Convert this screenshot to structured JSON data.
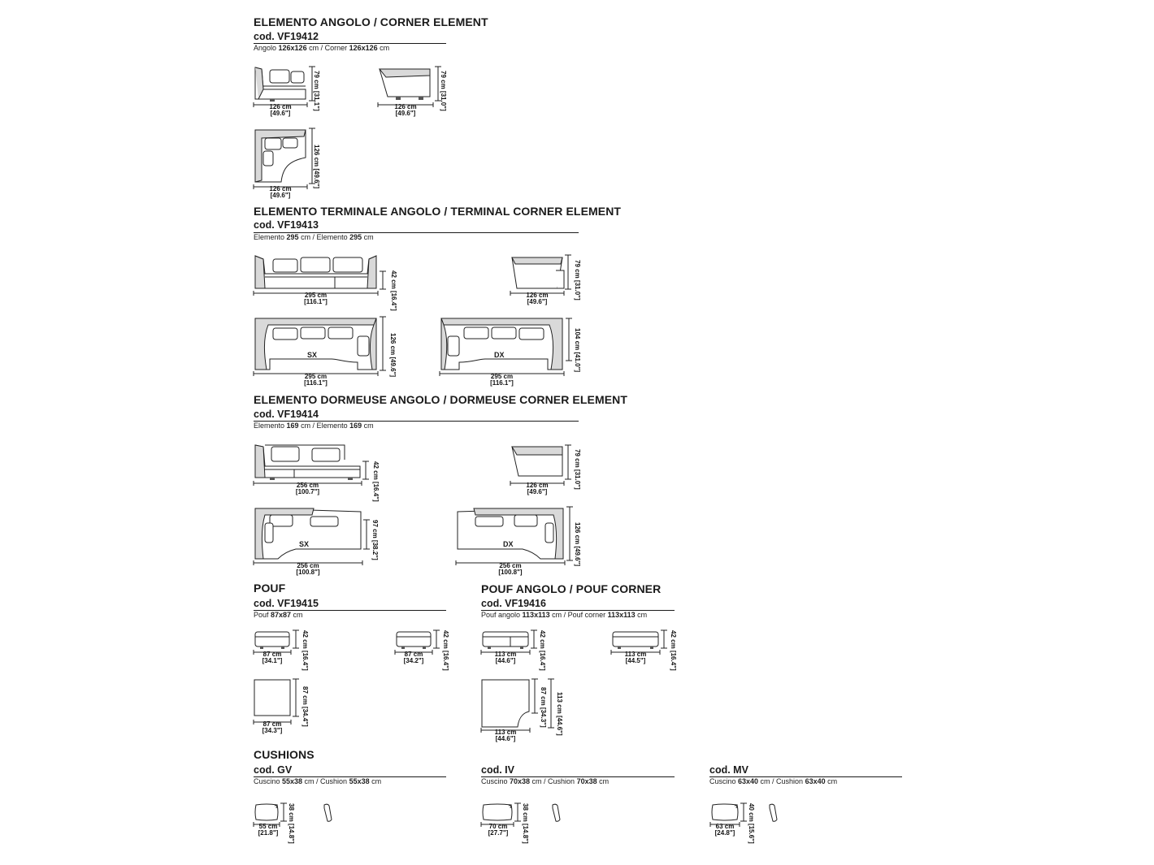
{
  "sections": {
    "corner": {
      "title": "ELEMENTO ANGOLO / CORNER ELEMENT",
      "code": "cod. VF19412",
      "desc_pre": "Angolo ",
      "desc_v1": "126x126",
      "desc_mid": " cm / Corner ",
      "desc_v2": "126x126",
      "desc_post": " cm",
      "dims": {
        "front_w": "126 cm",
        "front_w_in": "[49.6\"]",
        "front_h": "79 cm",
        "front_h_in": "[31.1\"]",
        "side_w": "126 cm",
        "side_w_in": "[49.6\"]",
        "side_h": "79 cm",
        "side_h_in": "[31.0\"]",
        "plan_w": "126 cm",
        "plan_w_in": "[49.6\"]",
        "plan_h": "126 cm",
        "plan_h_in": "[49.6\"]"
      }
    },
    "terminal": {
      "title": "ELEMENTO TERMINALE ANGOLO / TERMINAL CORNER ELEMENT",
      "code": "cod. VF19413",
      "desc_pre": "Elemento ",
      "desc_v1": "295",
      "desc_mid": " cm / Elemento ",
      "desc_v2": "295",
      "desc_post": " cm",
      "dims": {
        "front_w": "295 cm",
        "front_w_in": "[116.1\"]",
        "front_h": "42 cm",
        "front_h_in": "[16.4\"]",
        "side_w": "126 cm",
        "side_w_in": "[49.6\"]",
        "side_h": "79 cm",
        "side_h_in": "[31.0\"]",
        "sx_w": "295 cm",
        "sx_w_in": "[116.1\"]",
        "sx_h": "126 cm",
        "sx_h_in": "[49.6\"]",
        "dx_w": "295 cm",
        "dx_w_in": "[116.1\"]",
        "dx_h": "104 cm",
        "dx_h_in": "[41.0\"]"
      },
      "labels": {
        "sx": "SX",
        "dx": "DX"
      }
    },
    "dormeuse": {
      "title": "ELEMENTO DORMEUSE ANGOLO / DORMEUSE CORNER ELEMENT",
      "code": "cod. VF19414",
      "desc_pre": "Elemento ",
      "desc_v1": "169",
      "desc_mid": " cm / Elemento ",
      "desc_v2": "169",
      "desc_post": " cm",
      "dims": {
        "front_w": "256 cm",
        "front_w_in": "[100.7\"]",
        "front_h": "42 cm",
        "front_h_in": "[16.4\"]",
        "side_w": "126 cm",
        "side_w_in": "[49.6\"]",
        "side_h": "79 cm",
        "side_h_in": "[31.0\"]",
        "sx_w": "256 cm",
        "sx_w_in": "[100.8\"]",
        "sx_h": "97 cm",
        "sx_h_in": "[38.2\"]",
        "dx_w": "256 cm",
        "dx_w_in": "[100.8\"]",
        "dx_h": "126 cm",
        "dx_h_in": "[49.6\"]"
      },
      "labels": {
        "sx": "SX",
        "dx": "DX"
      }
    },
    "pouf": {
      "title": "POUF",
      "code": "cod. VF19415",
      "desc_pre": "Pouf ",
      "desc_v1": "87x87",
      "desc_post": " cm",
      "dims": {
        "front_w": "87 cm",
        "front_w_in": "[34.1\"]",
        "front_h": "42 cm",
        "front_h_in": "[16.4\"]",
        "side_w": "87 cm",
        "side_w_in": "[34.2\"]",
        "side_h": "42 cm",
        "side_h_in": "[16.4\"]",
        "plan_w": "87 cm",
        "plan_w_in": "[34.3\"]",
        "plan_h": "87 cm",
        "plan_h_in": "[34.4\"]"
      }
    },
    "pouf_corner": {
      "title": "POUF ANGOLO / POUF CORNER",
      "code": "cod. VF19416",
      "desc_pre": "Pouf angolo ",
      "desc_v1": "113x113",
      "desc_mid": " cm / Pouf corner ",
      "desc_v2": "113x113",
      "desc_post": " cm",
      "dims": {
        "front_w": "113 cm",
        "front_w_in": "[44.6\"]",
        "front_h": "42 cm",
        "front_h_in": "[16.4\"]",
        "side_w": "113 cm",
        "side_w_in": "[44.5\"]",
        "side_h": "42 cm",
        "side_h_in": "[16.4\"]",
        "plan_w": "113 cm",
        "plan_w_in": "[44.6\"]",
        "plan_h1": "87 cm",
        "plan_h1_in": "[34.3\"]",
        "plan_h2": "113 cm",
        "plan_h2_in": "[44.6\"]"
      }
    },
    "cushions": {
      "title": "CUSHIONS",
      "items": [
        {
          "code": "cod. GV",
          "desc_pre": "Cuscino ",
          "desc_v1": "55x38",
          "desc_mid": " cm / Cushion ",
          "desc_v2": "55x38",
          "desc_post": " cm",
          "w": "55 cm",
          "w_in": "[21.8\"]",
          "h": "38 cm",
          "h_in": "[14.8\"]"
        },
        {
          "code": "cod. IV",
          "desc_pre": "Cuscino ",
          "desc_v1": "70x38",
          "desc_mid": " cm / Cushion ",
          "desc_v2": "70x38",
          "desc_post": " cm",
          "w": "70 cm",
          "w_in": "[27.7\"]",
          "h": "38 cm",
          "h_in": "[14.8\"]"
        },
        {
          "code": "cod. MV",
          "desc_pre": "Cuscino ",
          "desc_v1": "63x40",
          "desc_mid": " cm / Cushion ",
          "desc_v2": "63x40",
          "desc_post": " cm",
          "w": "63 cm",
          "w_in": "[24.8\"]",
          "h": "40 cm",
          "h_in": "[15.6\"]"
        }
      ]
    }
  }
}
